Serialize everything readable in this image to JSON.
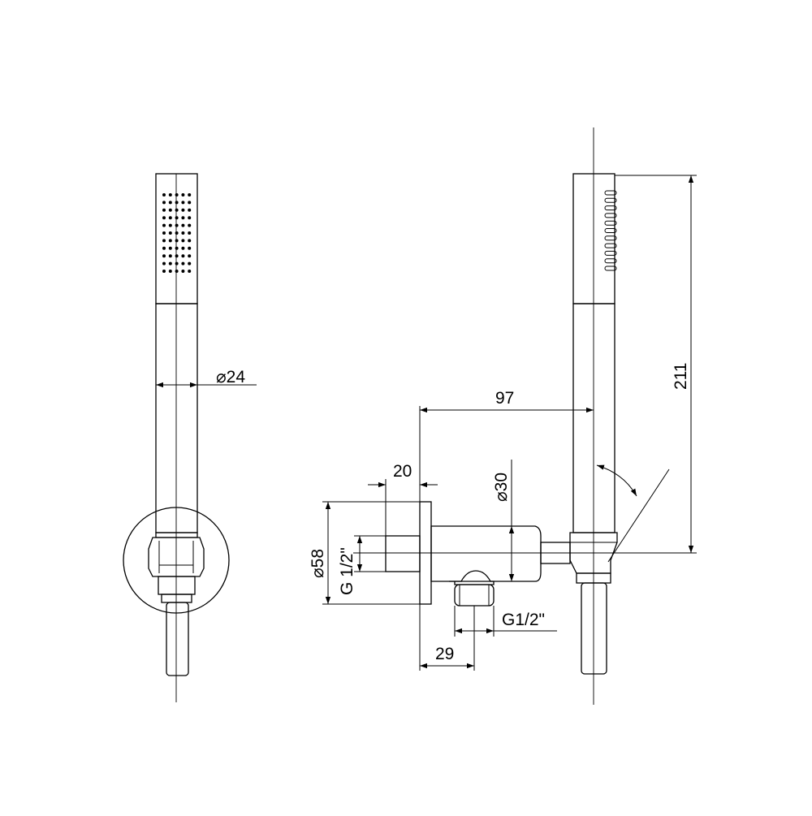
{
  "dimensions": {
    "handle_diameter": "24",
    "reach": "97",
    "flange_depth": "20",
    "outlet_diameter": "30",
    "height": "211",
    "flange_diameter": "58",
    "inlet_thread": "G 1/2\"",
    "outlet_thread": "G1/2\"",
    "outlet_offset": "29"
  },
  "symbols": {
    "diameter": "⌀"
  },
  "icons": [
    "rotation-arrow-icon"
  ]
}
